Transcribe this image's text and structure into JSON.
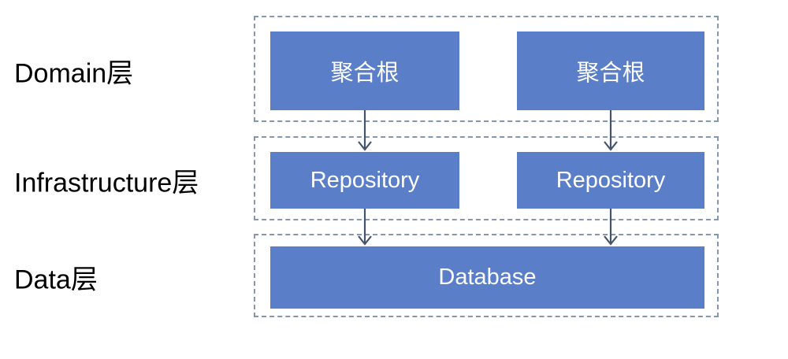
{
  "diagram": {
    "layers": [
      {
        "label": "Domain层",
        "boxes": [
          {
            "text": "聚合根"
          },
          {
            "text": "聚合根"
          }
        ]
      },
      {
        "label": "Infrastructure层",
        "boxes": [
          {
            "text": "Repository"
          },
          {
            "text": "Repository"
          }
        ]
      },
      {
        "label": "Data层",
        "boxes": [
          {
            "text": "Database"
          }
        ]
      }
    ],
    "connections": [
      {
        "from": "aggregate-root-left",
        "to": "repository-left"
      },
      {
        "from": "aggregate-root-right",
        "to": "repository-right"
      },
      {
        "from": "repository-left",
        "to": "database"
      },
      {
        "from": "repository-right",
        "to": "database"
      }
    ],
    "colors": {
      "box_fill": "#5B7EC8",
      "box_text": "#FFFFFF",
      "container_border": "#8496B0",
      "arrow": "#44546A",
      "label_text": "#000000",
      "background": "#FFFFFF"
    }
  }
}
